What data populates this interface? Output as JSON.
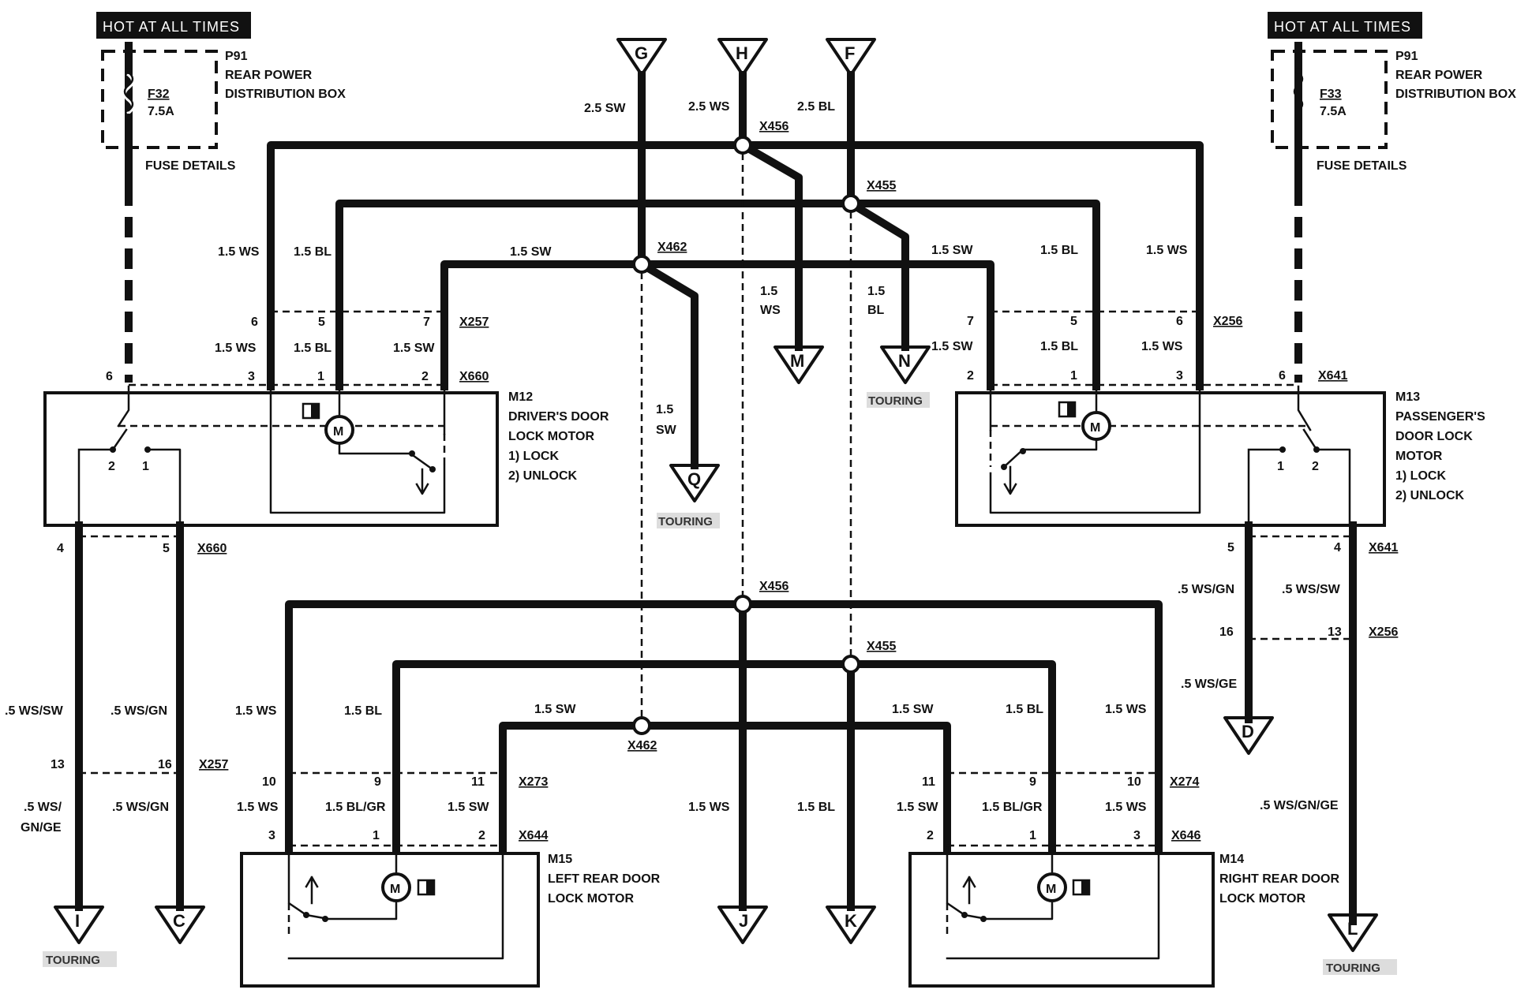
{
  "headers": {
    "left": "HOT AT ALL TIMES",
    "right": "HOT AT ALL TIMES"
  },
  "fuse_left": {
    "component": "P91",
    "line1": "REAR POWER",
    "line2": "DISTRIBUTION BOX",
    "fuse": "F32",
    "rating": "7.5A",
    "details": "FUSE DETAILS"
  },
  "fuse_right": {
    "component": "P91",
    "line1": "REAR POWER",
    "line2": "DISTRIBUTION BOX",
    "fuse": "F33",
    "rating": "7.5A",
    "details": "FUSE DETAILS"
  },
  "connectors": {
    "G": "G",
    "H": "H",
    "F": "F",
    "M": "M",
    "N": "N",
    "Q": "Q",
    "D": "D",
    "I": "I",
    "C": "C",
    "J": "J",
    "K": "K",
    "L": "L"
  },
  "top_wires": {
    "g": "2.5 SW",
    "h": "2.5 WS",
    "f": "2.5 BL"
  },
  "splices": {
    "x456_top": "X456",
    "x455_top": "X455",
    "x462_top": "X462",
    "x456_bot": "X456",
    "x455_bot": "X455",
    "x462_bot": "X462"
  },
  "m_wire": [
    "1.5",
    "WS"
  ],
  "n_wire": [
    "1.5",
    "BL"
  ],
  "q_wire": [
    "1.5",
    "SW"
  ],
  "touring": "TOURING",
  "m12": {
    "id": "M12",
    "name": [
      "DRIVER'S DOOR",
      "LOCK MOTOR"
    ],
    "opt1": "1)   LOCK",
    "opt2": "2)   UNLOCK",
    "wires_top": [
      "1.5 WS",
      "1.5 BL",
      "1.5 SW"
    ],
    "x257": "X257",
    "pins_x257": [
      "6",
      "5",
      "7"
    ],
    "wires_mid": [
      "1.5 WS",
      "1.5 BL",
      "1.5 SW"
    ],
    "x660": "X660",
    "pins_x660": [
      "6",
      "3",
      "1",
      "2"
    ],
    "sw_pins": [
      "2",
      "1"
    ],
    "x660b": "X660",
    "pins_x660b": [
      "4",
      "5"
    ]
  },
  "m13": {
    "id": "M13",
    "name": [
      "PASSENGER'S",
      "DOOR LOCK",
      "MOTOR"
    ],
    "opt1": "1)   LOCK",
    "opt2": "2)   UNLOCK",
    "wires_top": [
      "1.5 SW",
      "1.5 BL",
      "1.5 WS"
    ],
    "x256": "X256",
    "pins_x256": [
      "7",
      "5",
      "6"
    ],
    "wires_mid": [
      "1.5 SW",
      "1.5 BL",
      "1.5 WS"
    ],
    "x641": "X641",
    "pins_x641": [
      "2",
      "1",
      "3",
      "6"
    ],
    "sw_pins": [
      "1",
      "2"
    ],
    "x641b": "X641",
    "pins_x641b": [
      "5",
      "4"
    ],
    "wires_low": [
      ".5 WS/GN",
      ".5 WS/SW"
    ],
    "x256b": "X256",
    "pins_x256b": [
      "16",
      "13"
    ],
    "d_wire": ".5 WS/GE",
    "l_wire": ".5 WS/GN/GE"
  },
  "left_lower": {
    "wires1": [
      ".5 WS/SW",
      ".5 WS/GN"
    ],
    "x257b": "X257",
    "pins": [
      "13",
      "16"
    ],
    "i_wire": [
      ".5 WS/",
      "GN/GE"
    ],
    "c_wire": ".5 WS/GN"
  },
  "m15": {
    "id": "M15",
    "name": [
      "LEFT REAR DOOR",
      "LOCK MOTOR"
    ],
    "wires_top": [
      "1.5 WS",
      "1.5 BL",
      "1.5 SW"
    ],
    "x273": "X273",
    "pins_x273": [
      "10",
      "9",
      "11"
    ],
    "wires_mid": [
      "1.5 WS",
      "1.5 BL/GR",
      "1.5 SW"
    ],
    "x644": "X644",
    "pins_x644": [
      "3",
      "1",
      "2"
    ]
  },
  "m14": {
    "id": "M14",
    "name": [
      "RIGHT REAR DOOR",
      "LOCK MOTOR"
    ],
    "wires_top": [
      "1.5 SW",
      "1.5 BL",
      "1.5 WS"
    ],
    "x274": "X274",
    "pins_x274": [
      "11",
      "9",
      "10"
    ],
    "wires_mid": [
      "1.5 SW",
      "1.5 BL/GR",
      "1.5 WS"
    ],
    "x646": "X646",
    "pins_x646": [
      "2",
      "1",
      "3"
    ]
  },
  "center_wires": {
    "j": "1.5 WS",
    "k": "1.5 BL"
  },
  "motor_glyph": "M"
}
